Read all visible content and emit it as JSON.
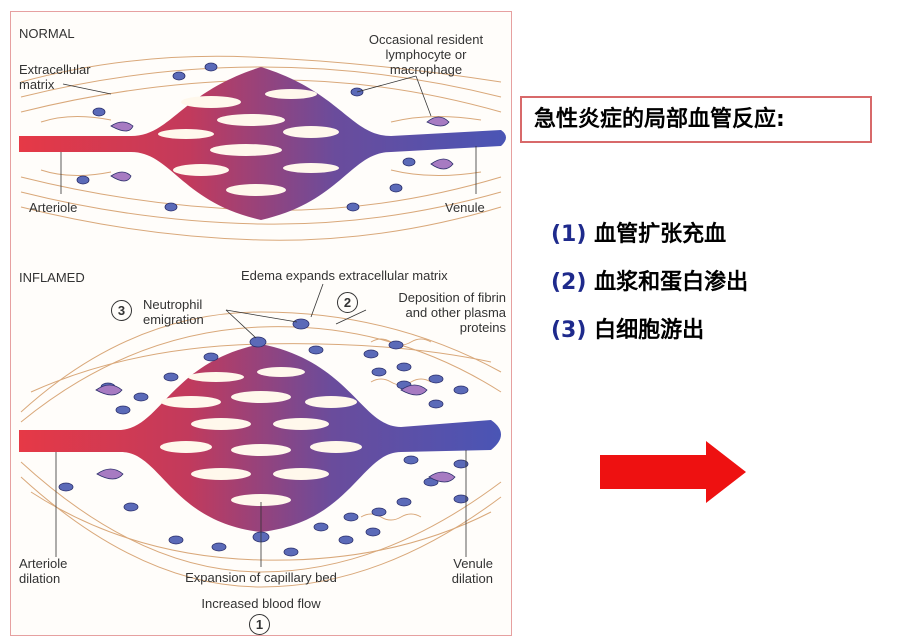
{
  "figure": {
    "normal": {
      "panel_title": "NORMAL",
      "extracellular": "Extracellular\nmatrix",
      "resident": "Occasional resident\nlymphocyte or\nmacrophage",
      "arteriole": "Arteriole",
      "venule": "Venule"
    },
    "inflamed": {
      "panel_title": "INFLAMED",
      "edema": "Edema expands extracellular matrix",
      "neutrophil": "Neutrophil\nemigration",
      "neutrophil_num": "3",
      "fibrin": "Deposition of fibrin\nand other plasma\nproteins",
      "fibrin_num": "2",
      "arteriole": "Arteriole\ndilation",
      "venule": "Venule\ndilation",
      "expansion": "Expansion of capillary bed",
      "blood_flow": "Increased blood flow",
      "blood_flow_num": "1"
    },
    "colors": {
      "arterial": "#e63946",
      "venous": "#4a55b5",
      "matrix": "#d9a87a"
    }
  },
  "side": {
    "title": "急性炎症的局部血管反应:",
    "responses": [
      {
        "num": "(1)",
        "text": "血管扩张充血"
      },
      {
        "num": "(2)",
        "text": "血浆和蛋白渗出"
      },
      {
        "num": "(3)",
        "text": "白细胞游出"
      }
    ],
    "arrow_color": "#ee1111",
    "arrow_icon": "right-arrow-icon"
  }
}
